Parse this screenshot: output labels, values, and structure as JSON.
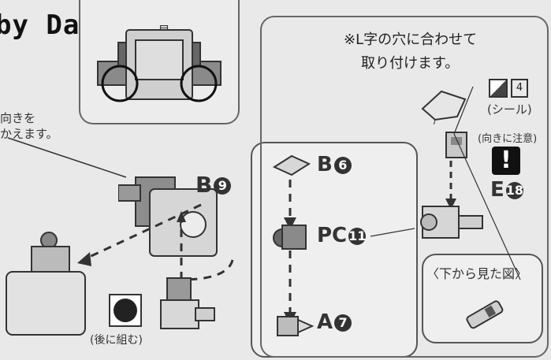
{
  "watermark": "by Dalong.net",
  "top_caption_fragment": "見",
  "left_note": {
    "line1": "向きを",
    "line2": "かえます。"
  },
  "instruction": {
    "line1": "※L字の穴に合わせて",
    "line2": "取り付けます。"
  },
  "sticker": {
    "number": "4",
    "label": "(シール)"
  },
  "caution": {
    "label": "(向きに注意)",
    "symbol": "!"
  },
  "parts": {
    "b9": {
      "letter": "B",
      "num": "9"
    },
    "b6": {
      "letter": "B",
      "num": "6"
    },
    "pc11": {
      "letter": "PC",
      "num": "11"
    },
    "a7": {
      "letter": "A",
      "num": "7"
    },
    "e18": {
      "letter": "E",
      "num": "18"
    }
  },
  "later_label": "(後に組む)",
  "bottom_view_label": "〈下から見た図〉"
}
